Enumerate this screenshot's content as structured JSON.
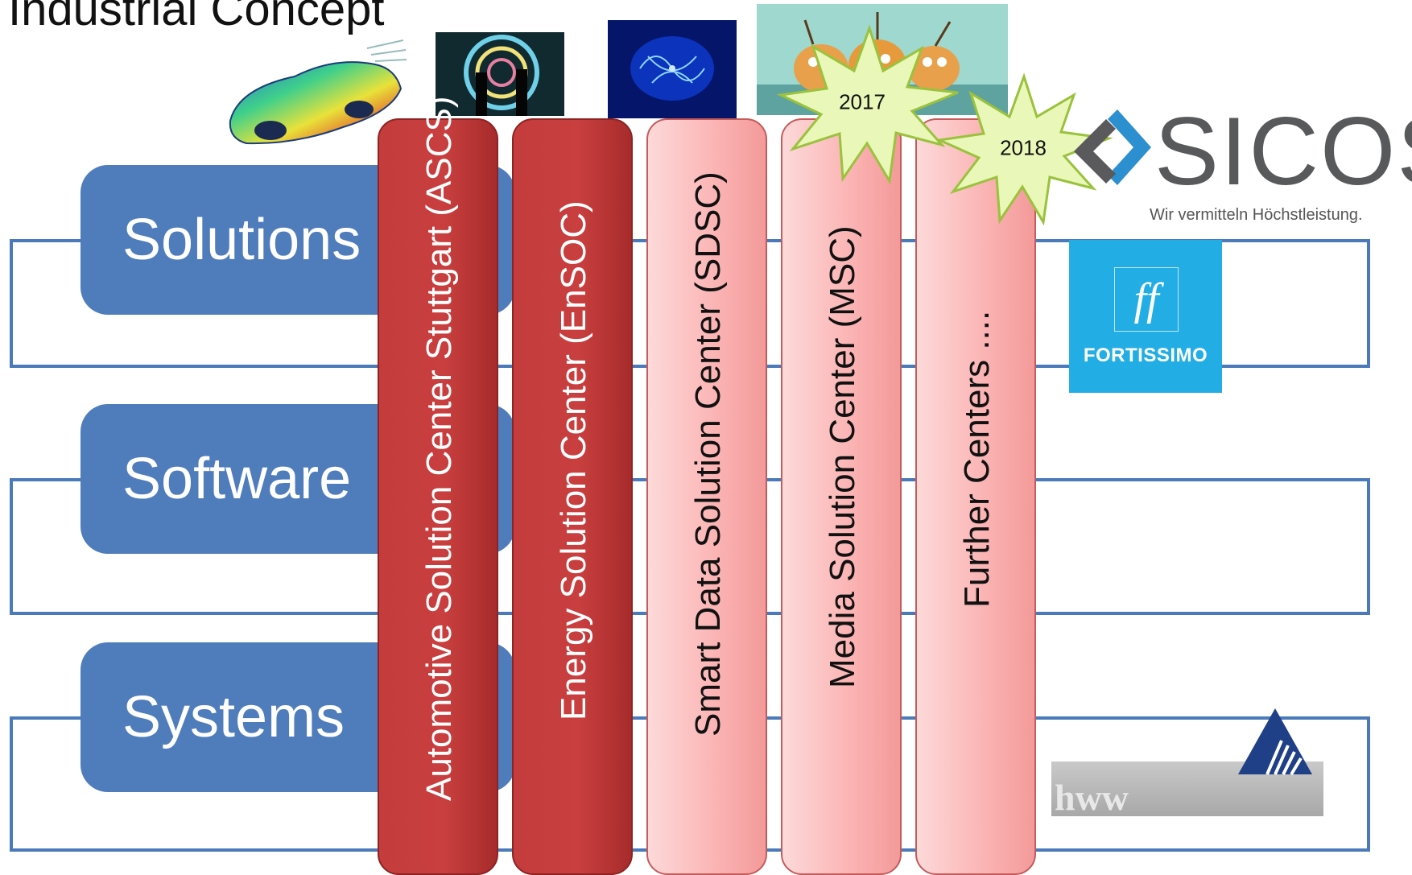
{
  "title": "Industrial Concept",
  "layers": [
    {
      "label": "Solutions"
    },
    {
      "label": "Software"
    },
    {
      "label": "Systems"
    }
  ],
  "centers": [
    {
      "label": "Automotive Solution Center Stuttgart (ASCS)",
      "style": "dark"
    },
    {
      "label": "Energy Solution Center (EnSOC)",
      "style": "dark"
    },
    {
      "label": "Smart Data Solution Center (SDSC)",
      "style": "light"
    },
    {
      "label": "Media Solution Center (MSC)",
      "style": "light"
    },
    {
      "label": "Further Centers ....",
      "style": "light"
    }
  ],
  "bursts": [
    {
      "label": "2017"
    },
    {
      "label": "2018"
    }
  ],
  "logos": {
    "sicos": {
      "name": "SICOS",
      "tagline": "Wir vermitteln Höchstleistung."
    },
    "fortissimo": {
      "mark": "ff",
      "name": "FORTISSIMO"
    },
    "hww": {
      "name": "hww"
    }
  },
  "colors": {
    "layer_blue": "#4f7dbc",
    "pillar_dark": "#c43c3c",
    "pillar_light": "#fbb2b2",
    "burst": "#e9f7b9",
    "fortissimo_blue": "#22aee5"
  }
}
